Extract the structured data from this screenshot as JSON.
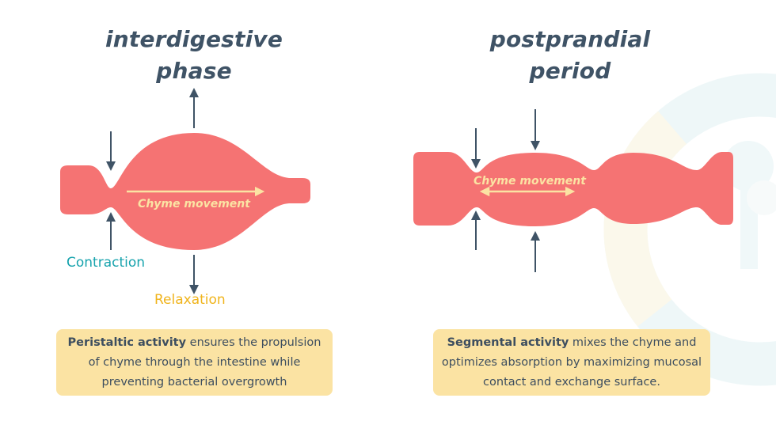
{
  "titles": {
    "left": [
      "interdigestive",
      "phase"
    ],
    "right": [
      "postprandial",
      "period"
    ]
  },
  "labels": {
    "chyme_left": "Chyme movement",
    "chyme_right": "Chyme movement",
    "contraction": "Contraction",
    "relaxation": "Relaxation"
  },
  "boxes": {
    "left": {
      "bold": "Peristaltic activity",
      "rest": " ensures the propulsion of chyme through the intestine while preventing bacterial overgrowth"
    },
    "right": {
      "bold": "Segmental activity",
      "rest": " mixes the chyme and optimizes absorption by maximizing mucosal contact and exchange surface."
    }
  },
  "colors": {
    "intestine": "#f57373",
    "arrow": "#3f5366",
    "chyme_arrow": "#fbe3a3",
    "contraction": "#17a3ad",
    "relaxation": "#f0b41c",
    "box_bg": "#fbe3a3",
    "title": "#3f5366"
  }
}
